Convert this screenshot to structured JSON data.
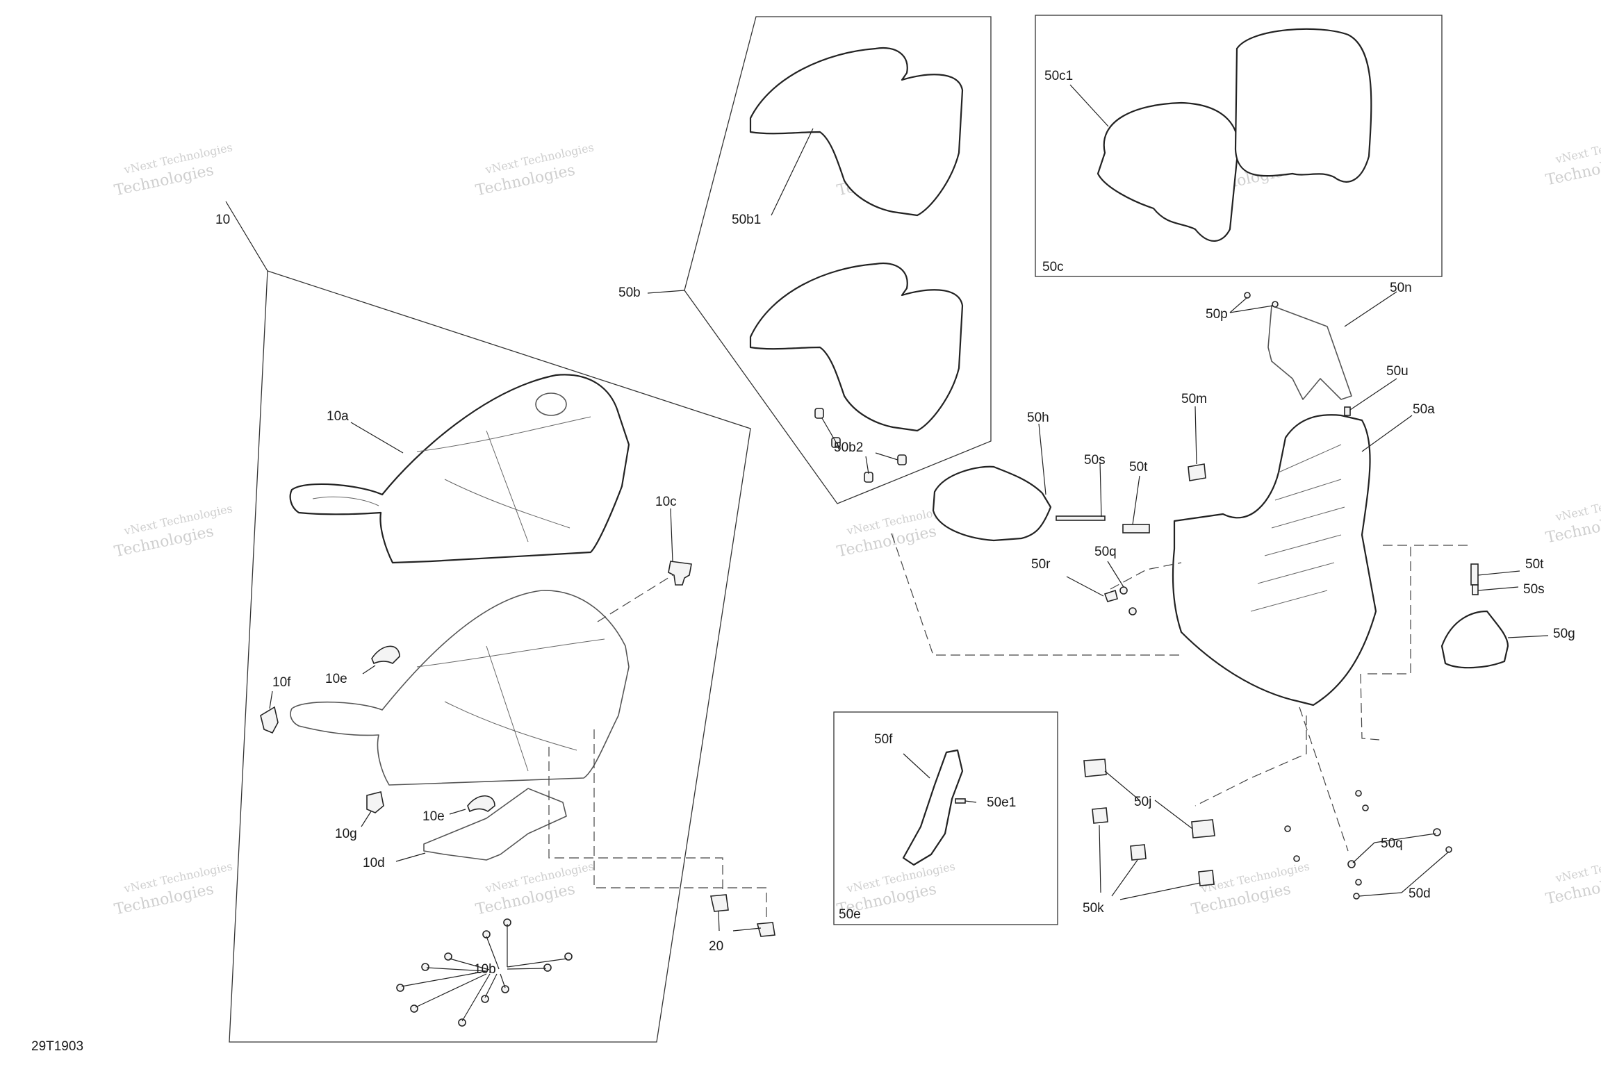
{
  "document_id": "29T1903",
  "watermark": {
    "line1": "vNext Technologies",
    "line2": "Technologies",
    "prefix": "vNext"
  },
  "callouts": {
    "c10": "10",
    "c10a": "10a",
    "c10b": "10b",
    "c10c": "10c",
    "c10d": "10d",
    "c10e_top": "10e",
    "c10e_bottom": "10e",
    "c10f": "10f",
    "c10g": "10g",
    "c20": "20",
    "c50a": "50a",
    "c50b": "50b",
    "c50b1": "50b1",
    "c50b2": "50b2",
    "c50c": "50c",
    "c50c1": "50c1",
    "c50d": "50d",
    "c50e": "50e",
    "c50e1": "50e1",
    "c50f": "50f",
    "c50g": "50g",
    "c50h": "50h",
    "c50j": "50j",
    "c50k": "50k",
    "c50m": "50m",
    "c50n": "50n",
    "c50p": "50p",
    "c50q_top": "50q",
    "c50q_bottom": "50q",
    "c50r": "50r",
    "c50s_top": "50s",
    "c50s_right": "50s",
    "c50t_top": "50t",
    "c50t_right": "50t",
    "c50u": "50u"
  }
}
